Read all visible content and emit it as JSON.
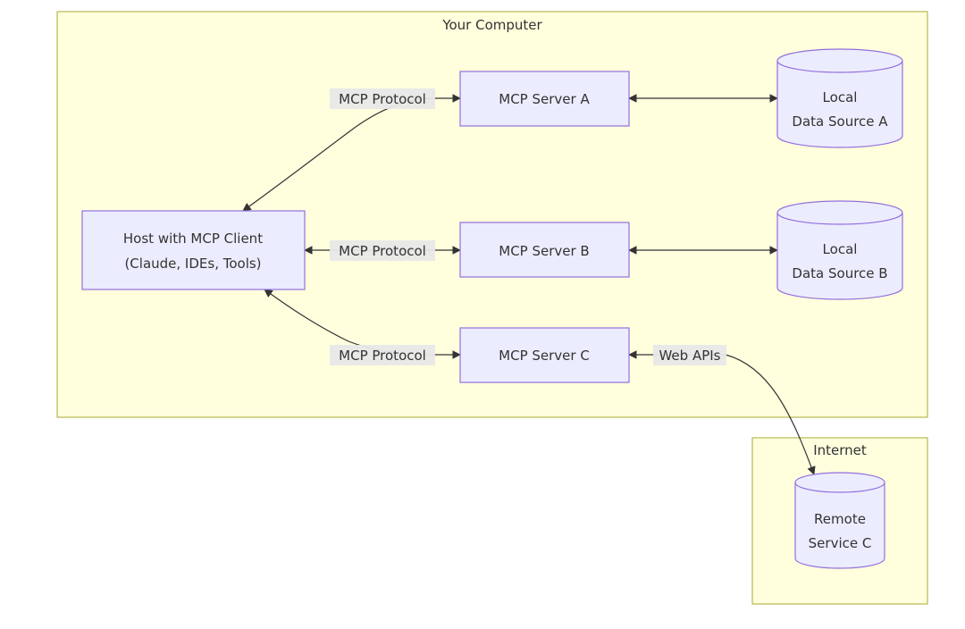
{
  "clusters": {
    "computer": {
      "label": "Your Computer"
    },
    "internet": {
      "label": "Internet"
    }
  },
  "nodes": {
    "host": {
      "line1": "Host with MCP Client",
      "line2": "(Claude, IDEs, Tools)"
    },
    "server_a": {
      "label": "MCP Server A"
    },
    "server_b": {
      "label": "MCP Server B"
    },
    "server_c": {
      "label": "MCP Server C"
    },
    "data_a": {
      "line1": "Local",
      "line2": "Data Source A"
    },
    "data_b": {
      "line1": "Local",
      "line2": "Data Source B"
    },
    "remote_c": {
      "line1": "Remote",
      "line2": "Service C"
    }
  },
  "edges": {
    "host_server_a": {
      "label": "MCP Protocol"
    },
    "host_server_b": {
      "label": "MCP Protocol"
    },
    "host_server_c": {
      "label": "MCP Protocol"
    },
    "server_c_remote": {
      "label": "Web APIs"
    }
  },
  "colors": {
    "cluster_fill": "#ffffde",
    "cluster_stroke": "#aaaa33",
    "node_fill": "#ececff",
    "node_stroke": "#9370db",
    "edge": "#333333",
    "edge_label_bg": "#e8e8e8"
  }
}
